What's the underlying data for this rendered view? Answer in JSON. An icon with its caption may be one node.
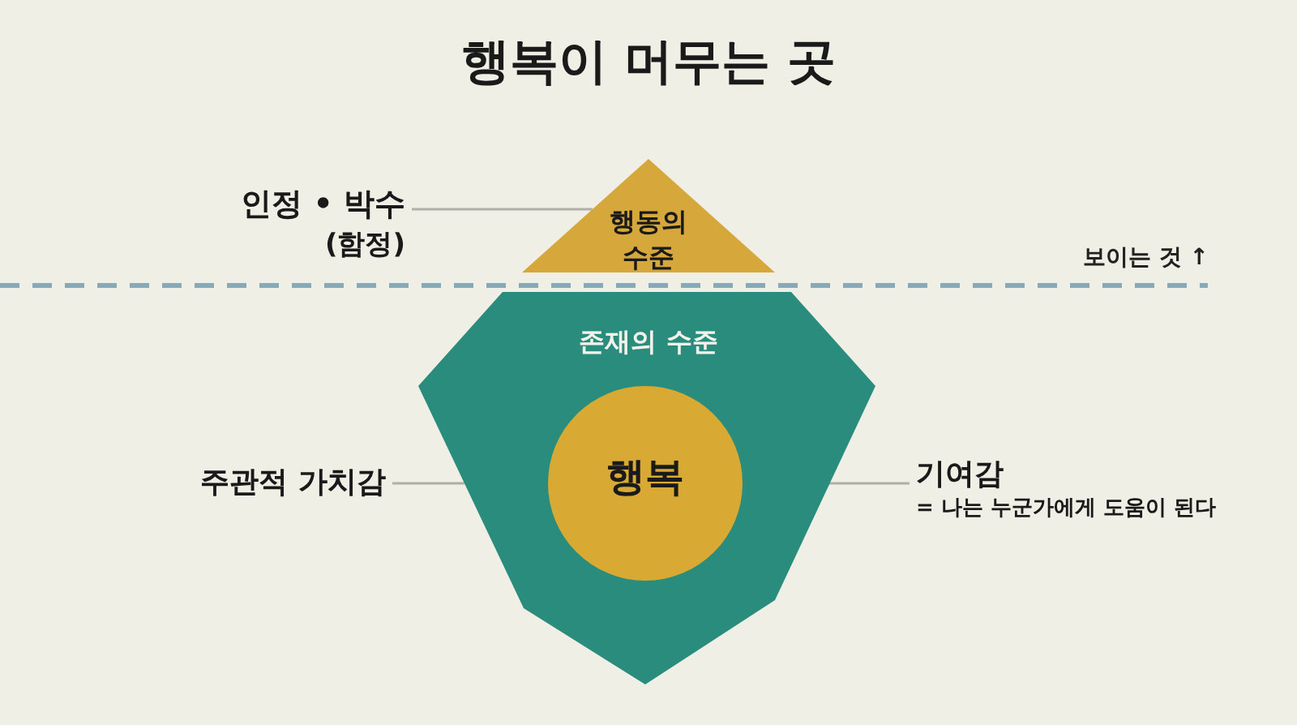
{
  "diagram": {
    "title": "행복이 머무는 곳",
    "nodes": [
      {
        "text": [
          "행동의 수준"
        ]
      },
      {
        "text": [
          "존재의 수준"
        ]
      },
      {
        "text": [
          "행복"
        ],
        "in": 1
      },
      {
        "text": [
          "인정 • 박수",
          "(함정)"
        ]
      },
      {
        "text": [
          "주관적 가치감"
        ]
      },
      {
        "text": [
          "기여감",
          "= 나는 누군가에게 도움이 된다"
        ]
      }
    ],
    "edges": [
      {
        "from": 3,
        "to": 0,
        "arrow": "none"
      },
      {
        "from": 4,
        "to": 1,
        "arrow": "none"
      },
      {
        "from": 2,
        "to": 5,
        "arrow": "none"
      }
    ],
    "labels": [
      "보이는 것 ↑"
    ]
  }
}
